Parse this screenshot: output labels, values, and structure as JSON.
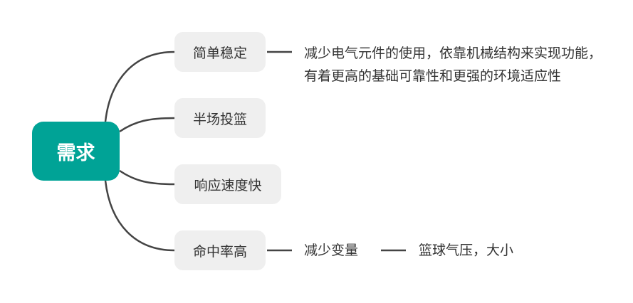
{
  "root": {
    "label": "需求",
    "color": "#00a396"
  },
  "branches": [
    {
      "label": "简单稳定",
      "detail_lines": [
        "减少电气元件的使用，依靠机械结构来实现功能，",
        "有着更高的基础可靠性和更强的环境适应性"
      ]
    },
    {
      "label": "半场投篮"
    },
    {
      "label": "响应速度快"
    },
    {
      "label": "命中率高",
      "detail": "减少变量",
      "sub_detail": "篮球气压，大小"
    }
  ]
}
